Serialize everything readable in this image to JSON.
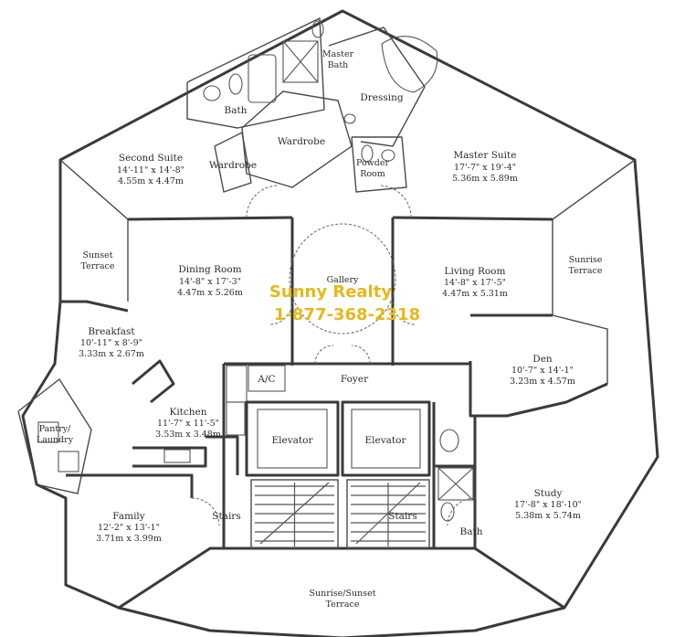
{
  "watermark": {
    "name": "Sunny Realty",
    "phone": "1-877-368-2318",
    "color": "#e8b81a"
  },
  "rooms": {
    "master_bath": {
      "line1": "Master",
      "line2": "Bath"
    },
    "dressing": {
      "name": "Dressing"
    },
    "bath_upper": {
      "name": "Bath"
    },
    "wardrobe_center": {
      "name": "Wardrobe"
    },
    "wardrobe_left": {
      "name": "Wardrobe"
    },
    "powder_room": {
      "line1": "Powder",
      "line2": "Room"
    },
    "second_suite": {
      "name": "Second Suite",
      "imperial": "14'-11\" x 14'-8\"",
      "metric": "4.55m x 4.47m"
    },
    "master_suite": {
      "name": "Master Suite",
      "imperial": "17'-7\" x 19'-4\"",
      "metric": "5.36m x 5.89m"
    },
    "sunset_terrace": {
      "line1": "Sunset",
      "line2": "Terrace"
    },
    "sunrise_terrace": {
      "line1": "Sunrise",
      "line2": "Terrace"
    },
    "dining_room": {
      "name": "Dining Room",
      "imperial": "14'-8\" x 17'-3\"",
      "metric": "4.47m x 5.26m"
    },
    "gallery": {
      "name": "Gallery"
    },
    "living_room": {
      "name": "Living Room",
      "imperial": "14'-8\" x 17'-5\"",
      "metric": "4.47m x 5.31m"
    },
    "breakfast": {
      "name": "Breakfast",
      "imperial": "10'-11\" x 8'-9\"",
      "metric": "3.33m x 2.67m"
    },
    "den": {
      "name": "Den",
      "imperial": "10'-7\" x 14'-1\"",
      "metric": "3.23m x 4.57m"
    },
    "ac": {
      "name": "A/C"
    },
    "foyer": {
      "name": "Foyer"
    },
    "pantry_laundry": {
      "line1": "Pantry/",
      "line2": "Laundry"
    },
    "kitchen": {
      "name": "Kitchen",
      "imperial": "11'-7\" x 11'-5\"",
      "metric": "3.53m x 3.48m"
    },
    "elevator_left": {
      "name": "Elevator"
    },
    "elevator_right": {
      "name": "Elevator"
    },
    "study": {
      "name": "Study",
      "imperial": "17'-8\" x 18'-10\"",
      "metric": "5.38m x 5.74m"
    },
    "stairs_left": {
      "name": "Stairs"
    },
    "stairs_right": {
      "name": "Stairs"
    },
    "bath_lower": {
      "name": "Bath"
    },
    "family": {
      "name": "Family",
      "imperial": "12'-2\" x 13'-1\"",
      "metric": "3.71m x 3.99m"
    },
    "sunrise_sunset_terrace": {
      "line1": "Sunrise/Sunset",
      "line2": "Terrace"
    }
  }
}
